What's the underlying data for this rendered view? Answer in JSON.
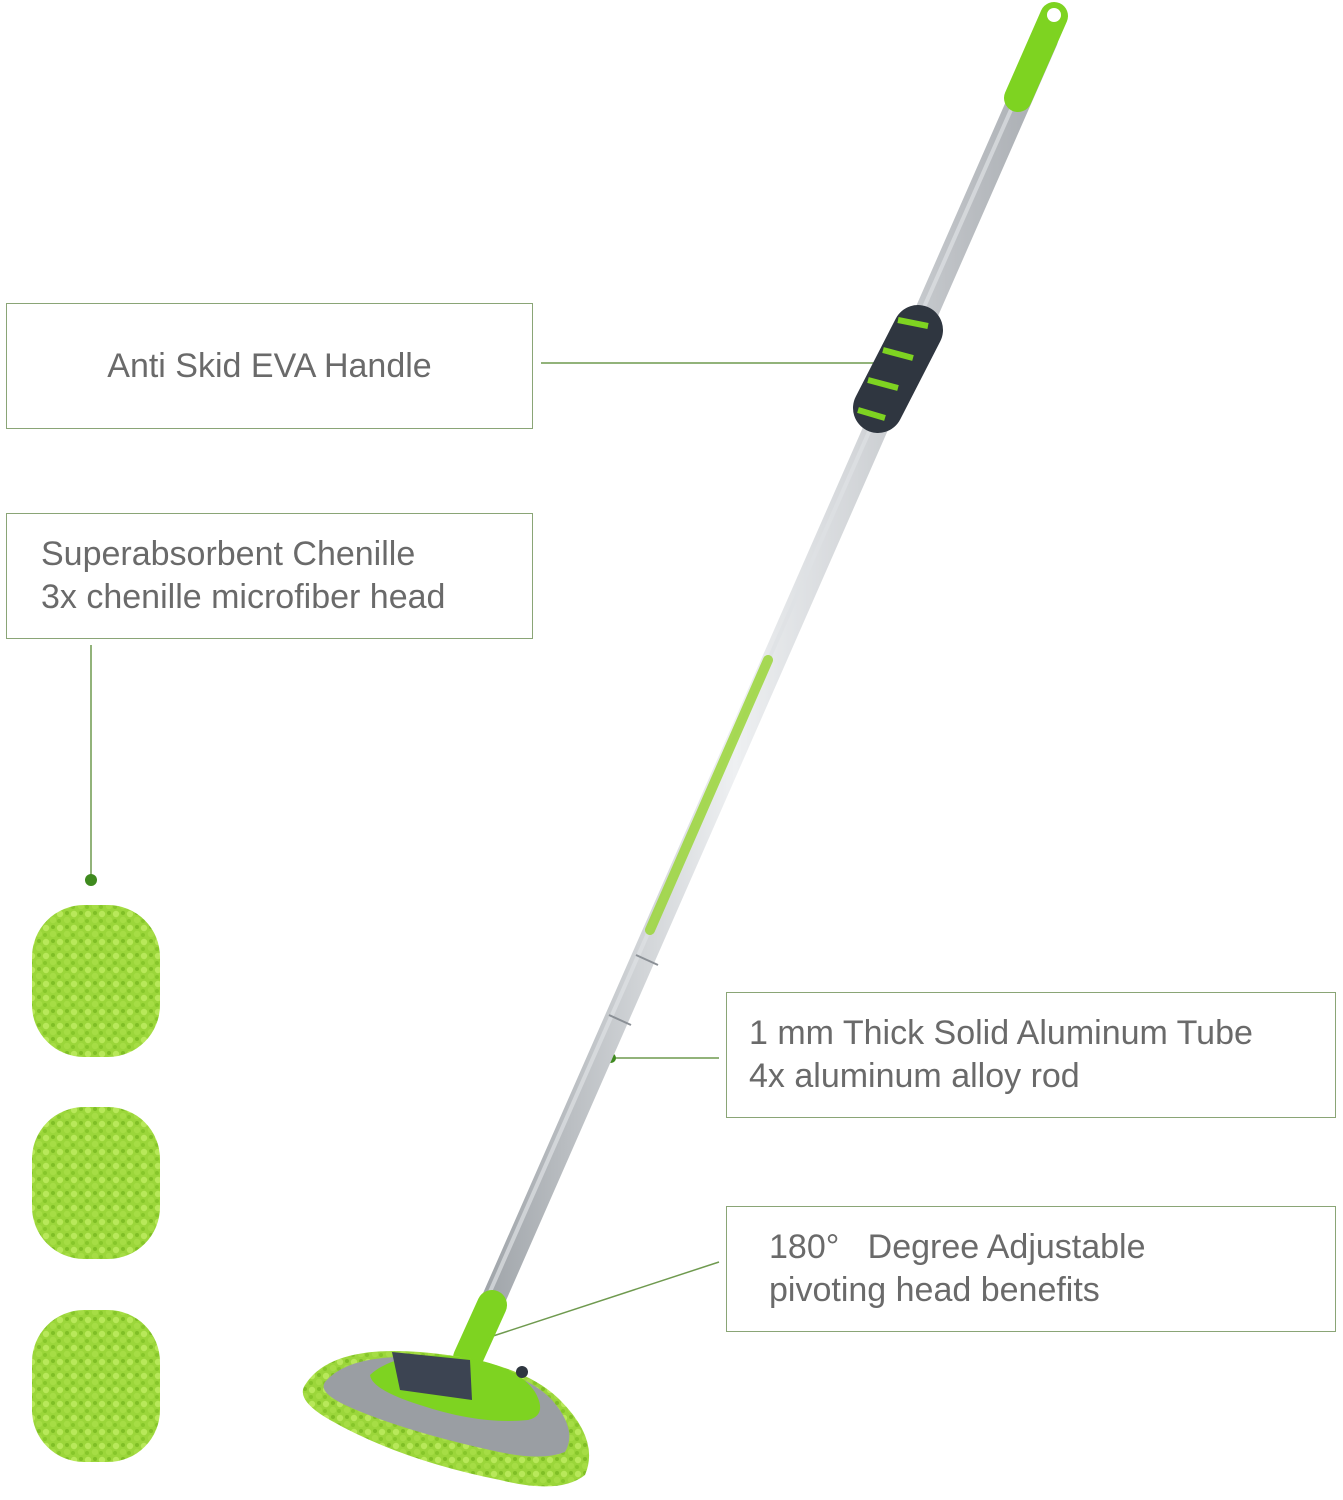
{
  "callouts": {
    "handle": {
      "line1": "Anti Skid EVA Handle"
    },
    "chenille": {
      "line1": "Superabsorbent Chenille",
      "line2": "3x chenille microfiber head"
    },
    "tube": {
      "line1": "1 mm Thick Solid Aluminum Tube",
      "line2": "4x aluminum alloy rod"
    },
    "pivot": {
      "line1": "180°   Degree Adjustable",
      "line2": "pivoting head benefits"
    }
  },
  "colors": {
    "accent_green": "#7ed321",
    "leader_line": "#6f9a4f",
    "callout_border": "#8aa576",
    "text": "#6a6a6a",
    "pole": "#c9ccd0",
    "grip": "#2f3640",
    "head_base": "#9a9ea3"
  },
  "icons": [
    "mop-pole-illustration",
    "chenille-pad-icon",
    "mop-head-icon",
    "foam-grip-icon"
  ]
}
